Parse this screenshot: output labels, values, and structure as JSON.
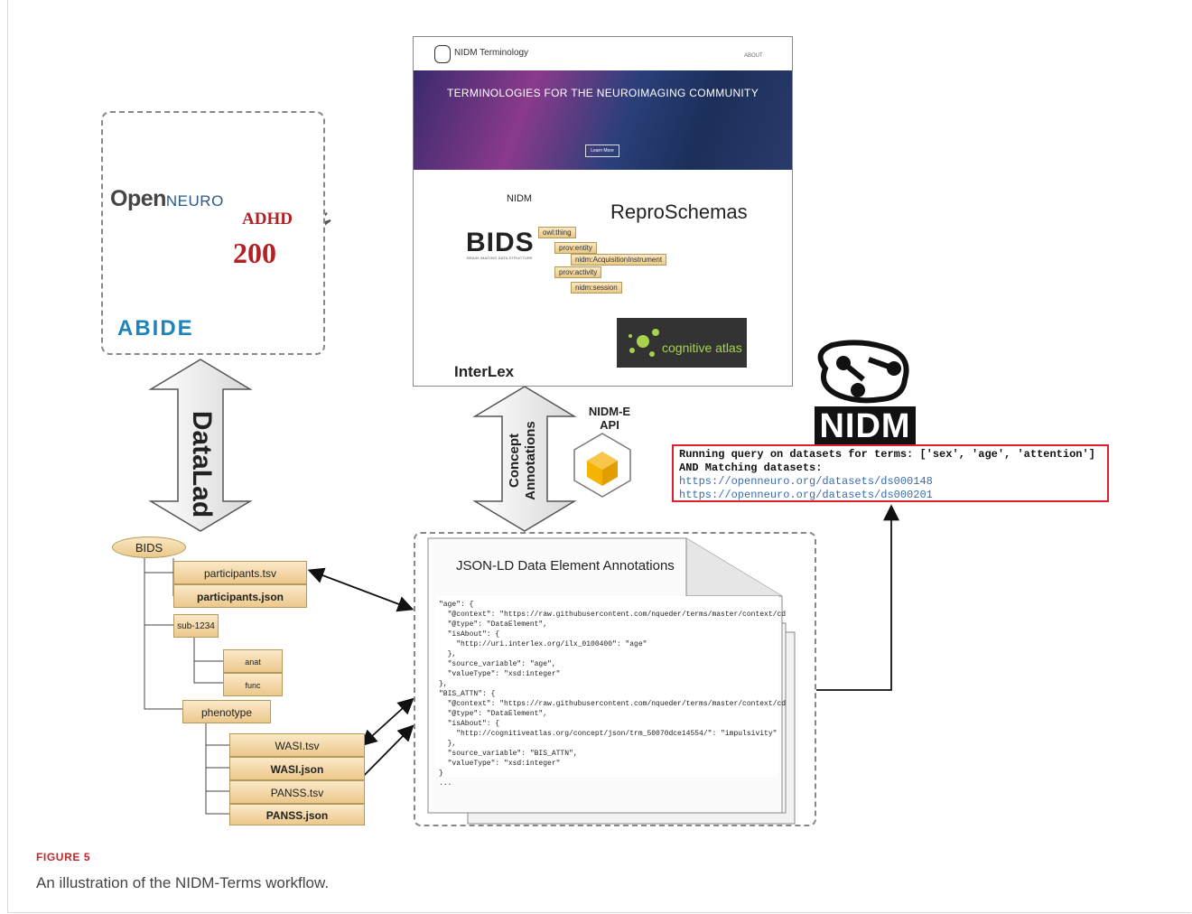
{
  "figure": {
    "label": "FIGURE 5",
    "caption": "An illustration of the NIDM-Terms workflow."
  },
  "repositories": {
    "openneuro_open": "Open",
    "openneuro_neuro": "NEURO",
    "adhd_top": "ADHD",
    "adhd_bottom": "200",
    "abide": "ABIDE"
  },
  "datalad": "DataLad",
  "terminology_site": {
    "title": "NIDM Terminology",
    "about": "ABOUT",
    "banner": "TERMINOLOGIES FOR THE NEUROIMAGING COMMUNITY",
    "learn_more": "Learn More",
    "reproschemas": "ReproSchemas",
    "bids": "BIDS",
    "bids_sub": "BRAIN IMAGING DATA STRUCTURE",
    "interlex": "InterLex",
    "cognitive_atlas": "cognitive atlas",
    "ontology": {
      "root": "NIDM",
      "nodes": [
        "owl:thing",
        "prov:entity",
        "nidm:AcquisitionInstrument",
        "prov:activity",
        "nidm:session"
      ]
    }
  },
  "concept_annotations": {
    "line1": "Concept",
    "line2": "Annotations"
  },
  "nidm_e": {
    "line1": "NIDM-E",
    "line2": "API"
  },
  "nidm_logo": "NIDM",
  "query": {
    "line1": "Running query on datasets for terms: ['sex', 'age', 'attention']",
    "line2": "AND Matching datasets:",
    "link1": "https://openneuro.org/datasets/ds000148",
    "link2": "https://openneuro.org/datasets/ds000201"
  },
  "bids_tree": {
    "root": "BIDS",
    "participants_tsv": "participants.tsv",
    "participants_json": "participants.json",
    "sub": "sub-1234",
    "anat": "anat",
    "func": "func",
    "phenotype": "phenotype",
    "wasi_tsv": "WASI.tsv",
    "wasi_json": "WASI.json",
    "panss_tsv": "PANSS.tsv",
    "panss_json": "PANSS.json"
  },
  "jsonld": {
    "title": "JSON-LD Data Element Annotations",
    "code": [
      "\"age\": {",
      "  \"@context\": \"https://raw.githubusercontent.com/nqueder/terms/master/context/cd",
      "  \"@type\": \"DataElement\",",
      "  \"isAbout\": {",
      "    \"http://uri.interlex.org/ilx_0100400\": \"age\"",
      "  },",
      "  \"source_variable\": \"age\",",
      "  \"valueType\": \"xsd:integer\"",
      "},",
      "\"BIS_ATTN\": {",
      "  \"@context\": \"https://raw.githubusercontent.com/nqueder/terms/master/context/cd",
      "  \"@type\": \"DataElement\",",
      "  \"isAbout\": {",
      "    \"http://cognitiveatlas.org/concept/json/trm_50070dce14554/\": \"impulsivity\"",
      "  },",
      "  \"source_variable\": \"BIS_ATTN\",",
      "  \"valueType\": \"xsd:integer\"",
      "}",
      "..."
    ]
  }
}
